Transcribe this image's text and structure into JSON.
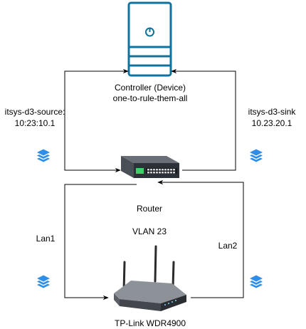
{
  "controller": {
    "title": "Controller (Device)",
    "name": "one-to-rule-them-all"
  },
  "source": {
    "name": "itsys-d3-source:",
    "ip": "10:23:10.1"
  },
  "sink": {
    "name": "itsys-d3-sink",
    "ip": "10.23.20.1"
  },
  "switch": {
    "label": "Router",
    "vlan": "VLAN 23"
  },
  "links": {
    "lan1": "Lan1",
    "lan2": "Lan2"
  },
  "wifi_router": {
    "label": "TP-Link WDR4900"
  },
  "colors": {
    "server_outline": "#10739e",
    "stack_icon": "#2f8fe8",
    "line": "#000000"
  },
  "icons": [
    "server-icon",
    "network-switch-icon",
    "wireless-router-icon",
    "layers-icon"
  ]
}
